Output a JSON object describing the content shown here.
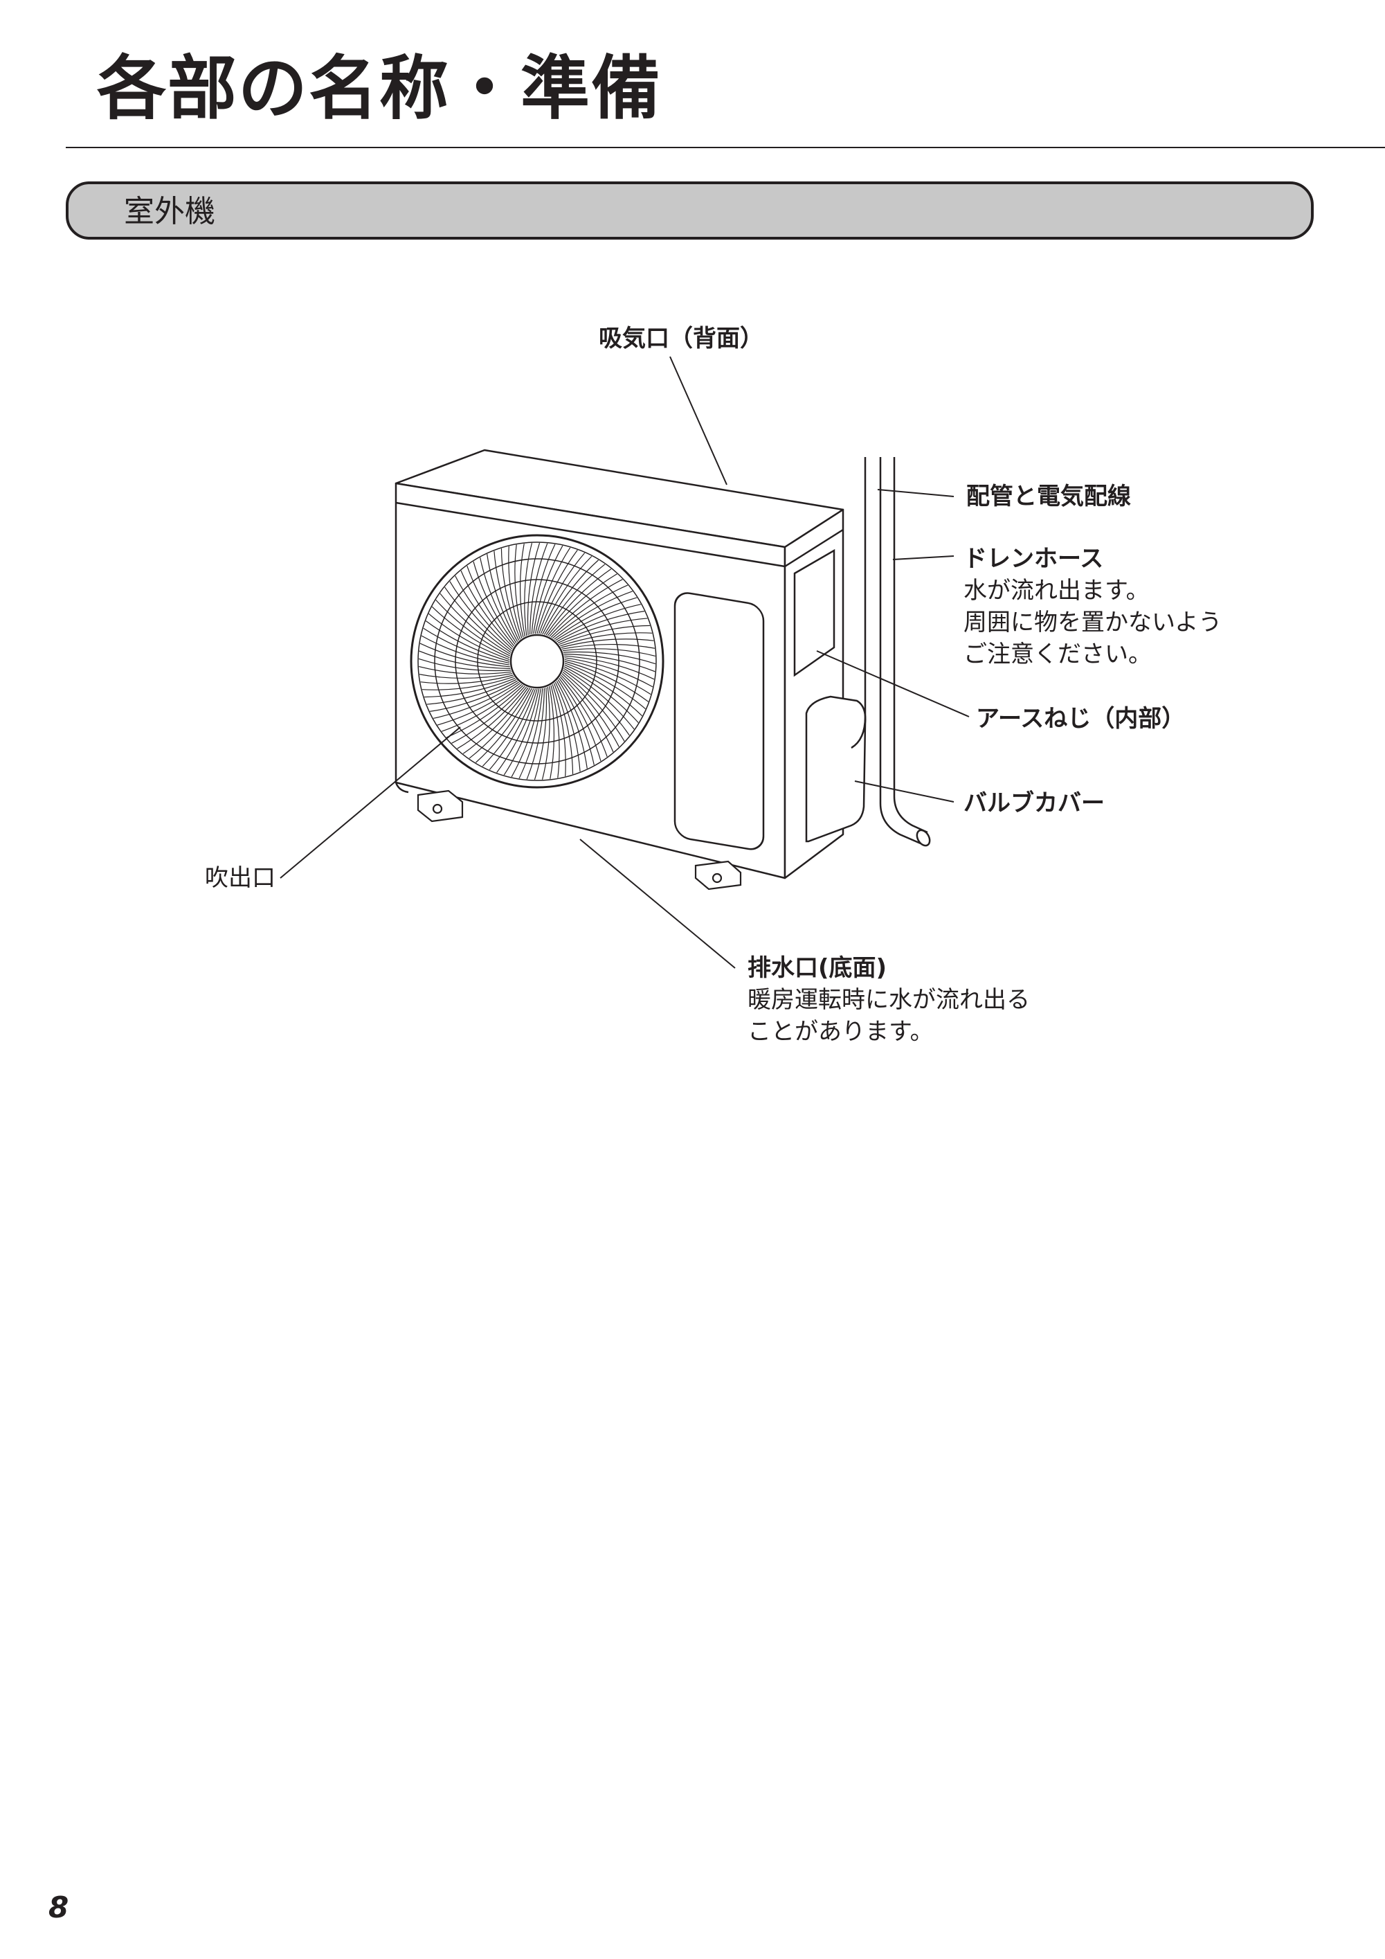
{
  "page": {
    "title": "各部の名称・準備",
    "section_title": "室外機",
    "page_number": "8"
  },
  "labels": {
    "intake": {
      "main": "吸気口（背面）"
    },
    "piping": {
      "main": "配管と電気配線"
    },
    "drain_hose": {
      "main": "ドレンホース",
      "desc": [
        "水が流れ出ます。",
        "周囲に物を置かないよう",
        "ご注意ください。"
      ]
    },
    "earth_screw": {
      "main": "アースねじ（内部）"
    },
    "valve_cover": {
      "main": "バルブカバー"
    },
    "outlet": {
      "main": "吹出口"
    },
    "drain_port": {
      "main": "排水口(底面)",
      "desc": [
        "暖房運転時に水が流れ出る",
        "ことがあります。"
      ]
    }
  }
}
